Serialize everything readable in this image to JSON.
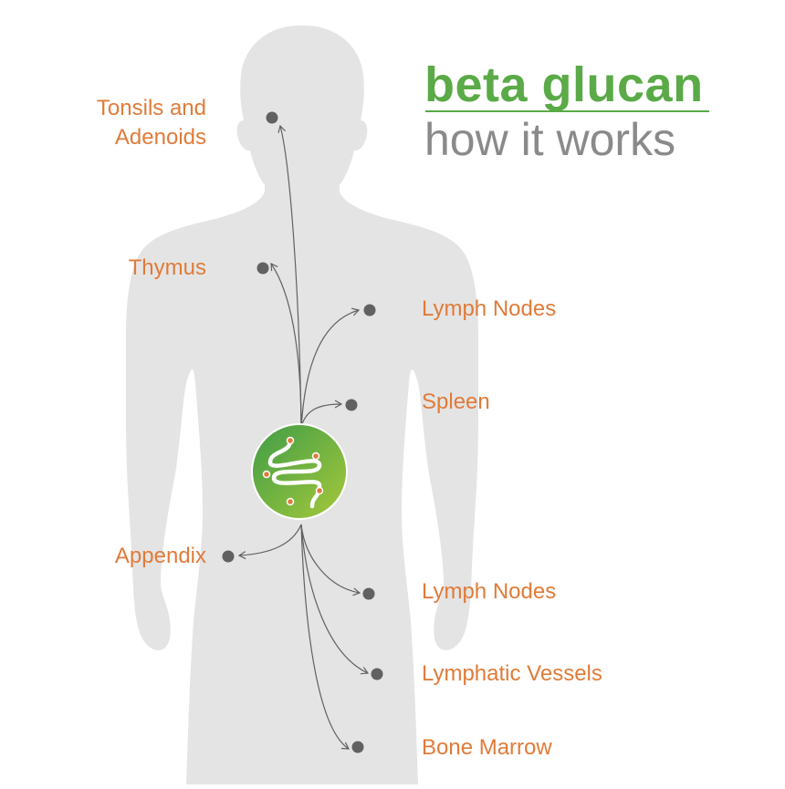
{
  "title": {
    "line1": "beta glucan",
    "line2": "how it works"
  },
  "colors": {
    "body_silhouette": "#e4e4e4",
    "title_green": "#5aaa47",
    "subtitle_gray": "#8a8a8a",
    "label_orange": "#e07b39",
    "dot": "#616161",
    "arrow": "#616161",
    "gut_icon_gradient": [
      "#4aa24a",
      "#9cc63c"
    ]
  },
  "organs": [
    {
      "id": "tonsils",
      "label_lines": [
        "Tonsils and",
        "Adenoids"
      ],
      "icon": "dot"
    },
    {
      "id": "thymus",
      "label_lines": [
        "Thymus"
      ],
      "icon": "dot"
    },
    {
      "id": "lymph-nodes-upper",
      "label_lines": [
        "Lymph Nodes"
      ],
      "icon": "dot"
    },
    {
      "id": "spleen",
      "label_lines": [
        "Spleen"
      ],
      "icon": "dot"
    },
    {
      "id": "appendix",
      "label_lines": [
        "Appendix"
      ],
      "icon": "dot"
    },
    {
      "id": "lymph-nodes-lower",
      "label_lines": [
        "Lymph Nodes"
      ],
      "icon": "dot"
    },
    {
      "id": "lymphatic-vessels",
      "label_lines": [
        "Lymphatic Vessels"
      ],
      "icon": "dot"
    },
    {
      "id": "bone-marrow",
      "label_lines": [
        "Bone Marrow"
      ],
      "icon": "dot"
    }
  ],
  "center_icon": "intestine-icon"
}
